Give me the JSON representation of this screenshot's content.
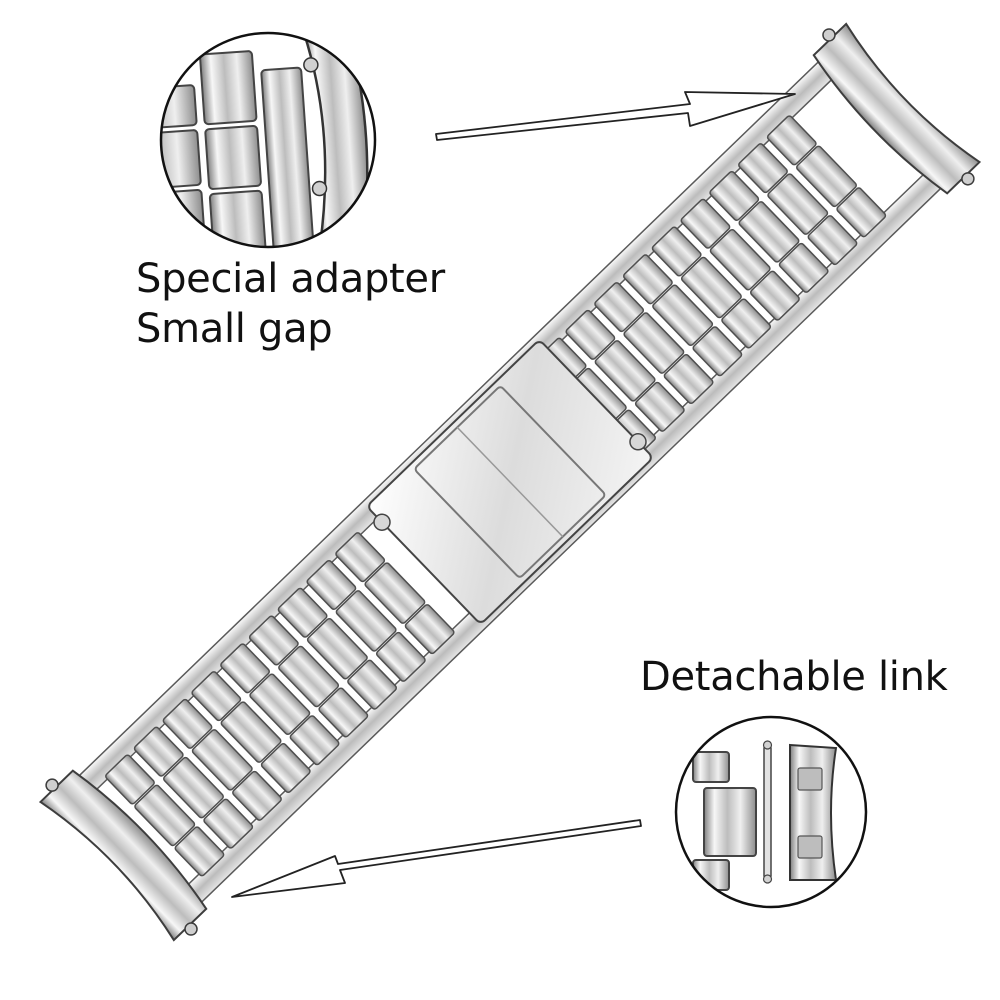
{
  "callouts": {
    "adapter": {
      "line1": "Special adapter",
      "line2": "Small gap"
    },
    "detachable": {
      "label": "Detachable link"
    }
  },
  "colors": {
    "background": "#ffffff",
    "text": "#111111",
    "outline": "#222222",
    "steel_light": "#f2f2f2",
    "steel_mid": "#c7c7c7",
    "steel_dark": "#8a8a8a"
  },
  "icons": {
    "adapter_arrow": "arrow-right-icon",
    "detachable_arrow": "arrow-left-icon"
  }
}
